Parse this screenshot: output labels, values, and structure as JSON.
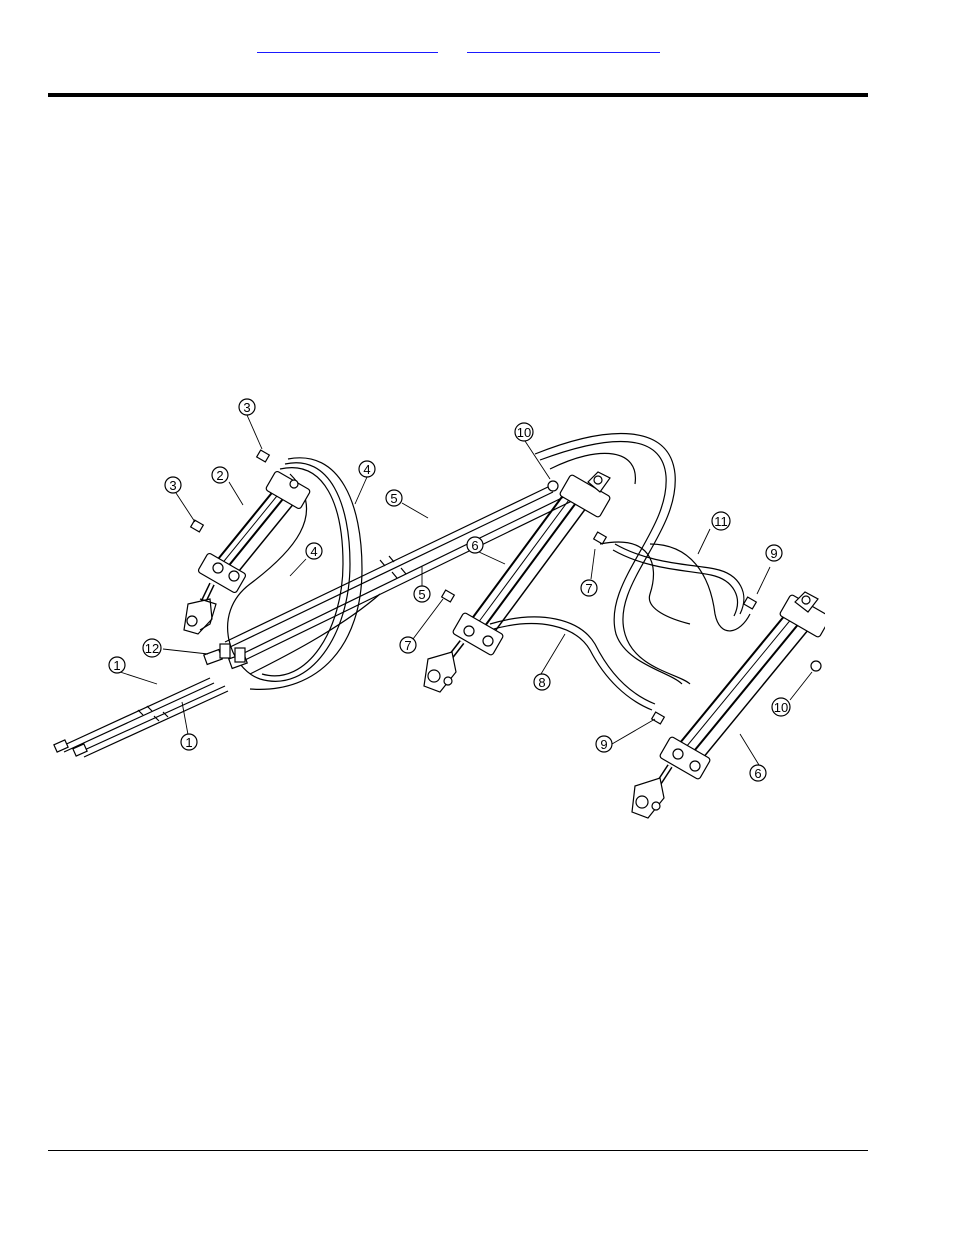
{
  "header": {
    "links": [
      {
        "label": ""
      },
      {
        "label": ""
      }
    ]
  },
  "figure": {
    "callouts": [
      "1",
      "1",
      "2",
      "3",
      "3",
      "4",
      "4",
      "5",
      "5",
      "6",
      "6",
      "7",
      "7",
      "8",
      "9",
      "9",
      "10",
      "10",
      "11",
      "12"
    ],
    "colors": {
      "line": "#000000",
      "link": "#1a1aff"
    }
  }
}
